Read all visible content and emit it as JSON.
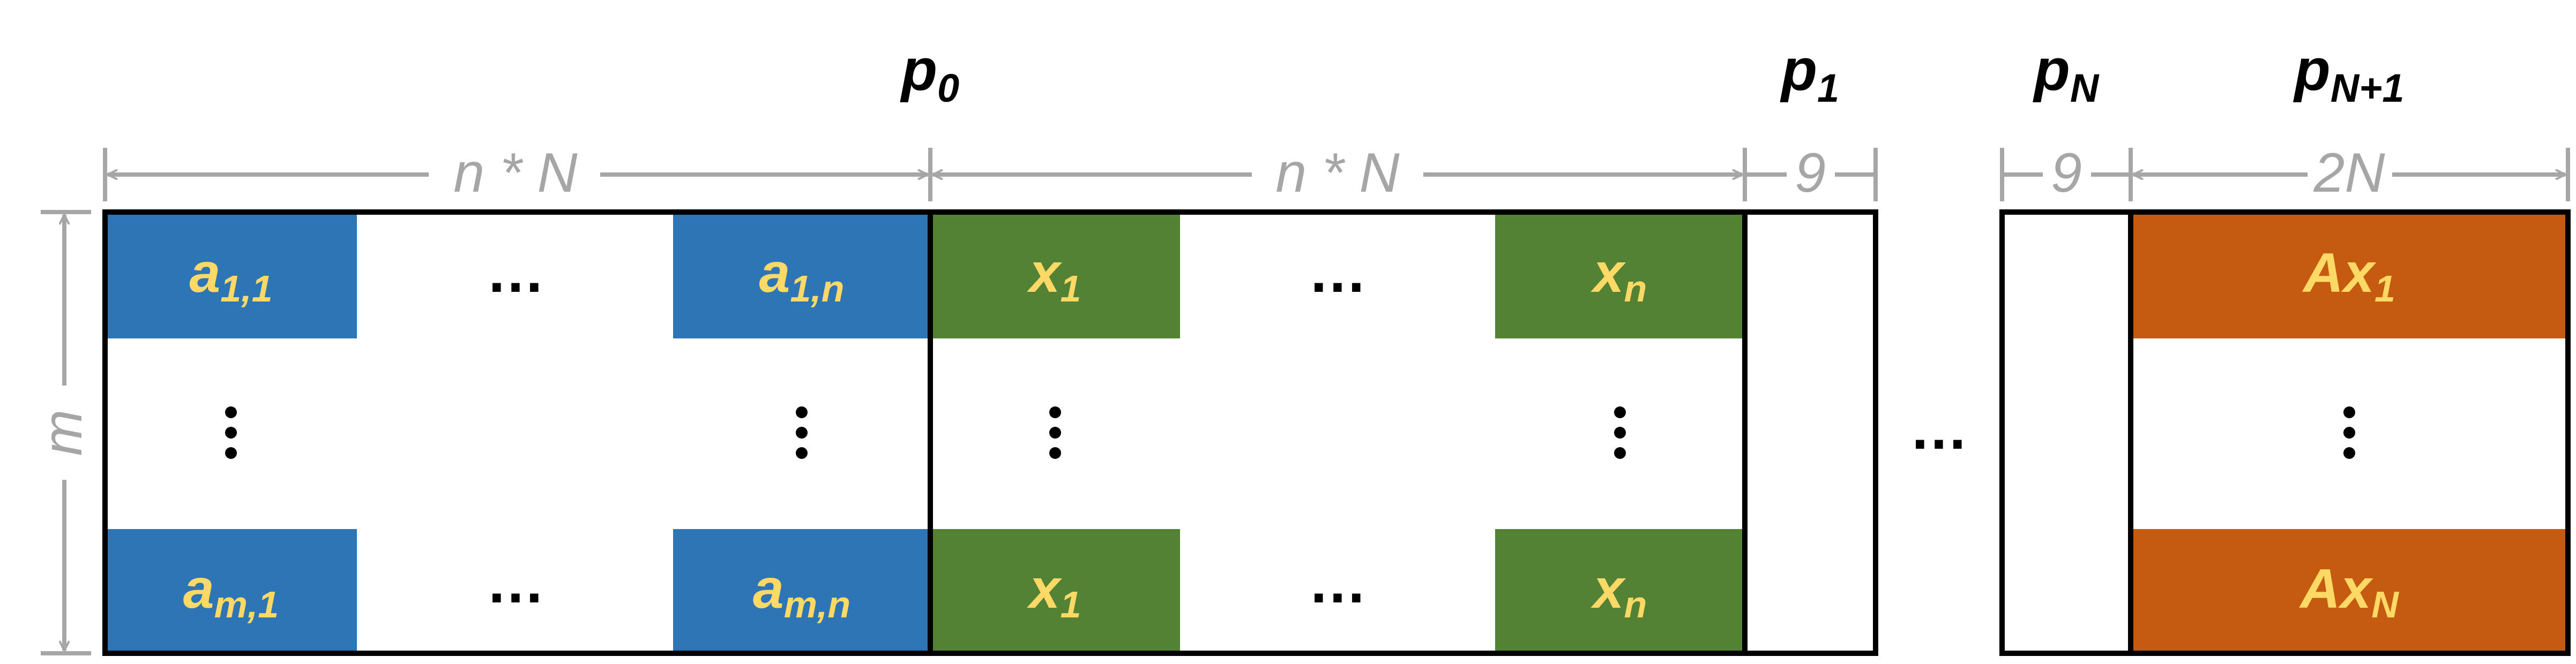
{
  "colors": {
    "a_fill": "#2E75B6",
    "x_fill": "#548235",
    "ax_fill": "#C55A11",
    "cell_text": "#FFD966",
    "dim_gray": "#A6A6A6",
    "border": "#000000",
    "text": "#000000"
  },
  "partitions": {
    "p0": {
      "base": "p",
      "sub": "0"
    },
    "p1": {
      "base": "p",
      "sub": "1"
    },
    "pN": {
      "base": "p",
      "sub": "N"
    },
    "pN1": {
      "base": "p",
      "sub": "N+1"
    }
  },
  "dimensions": {
    "a_width": "n * N",
    "x_width": "n * N",
    "p1_width": "9",
    "pN_width": "9",
    "pN1_width": "2N",
    "height": "m"
  },
  "cells": {
    "a11": {
      "base": "a",
      "sub": "1,1"
    },
    "a1n": {
      "base": "a",
      "sub": "1,n"
    },
    "am1": {
      "base": "a",
      "sub": "m,1"
    },
    "amn": {
      "base": "a",
      "sub": "m,n"
    },
    "x1_top": {
      "base": "x",
      "sub": "1"
    },
    "xn_top": {
      "base": "x",
      "sub": "n"
    },
    "x1_bot": {
      "base": "x",
      "sub": "1"
    },
    "xn_bot": {
      "base": "x",
      "sub": "n"
    },
    "ax1": {
      "base": "Ax",
      "sub": "1"
    },
    "axN": {
      "base": "Ax",
      "sub": "N"
    }
  },
  "ellipsis": {
    "horizontal": "…",
    "between_parts": "…"
  }
}
